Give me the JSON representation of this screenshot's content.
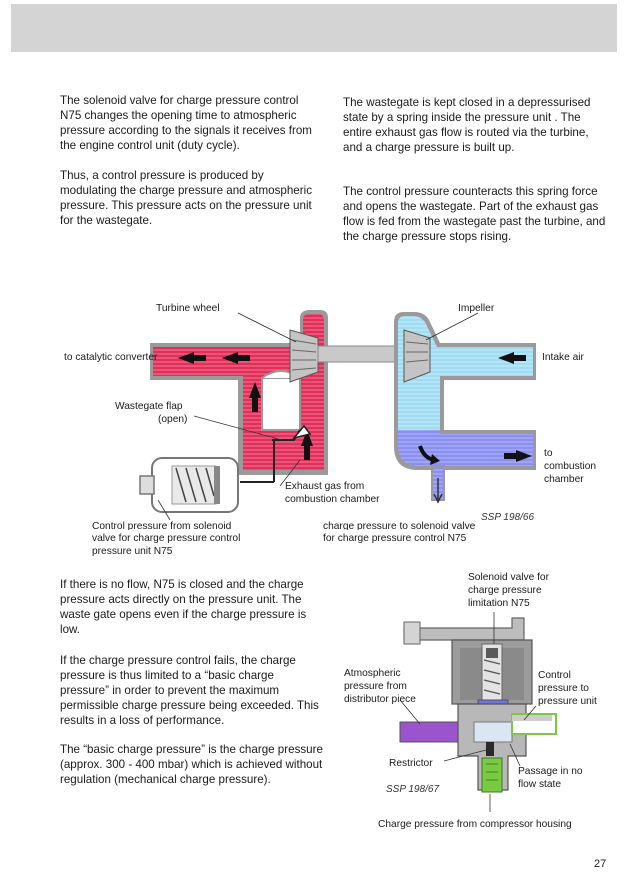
{
  "page": {
    "number": "27"
  },
  "text": {
    "left_top_p1": "The solenoid valve for charge pressure control N75 changes the opening time to atmospheric pressure according to the signals it receives from the engine control unit (duty cycle).",
    "left_top_p2": "Thus, a control pressure is produced by modulating the charge pressure and atmospheric pressure. This pressure acts on the pressure unit for the wastegate.",
    "right_top_p1": "The wastegate is kept closed in a depressurised state by a spring inside the pressure unit . The entire exhaust gas flow is routed via the turbine, and a charge pressure is built up.",
    "right_top_p2": "The control pressure counteracts this spring force and opens the wastegate. Part of the exhaust gas flow is fed from the wastegate past the turbine, and the charge pressure stops rising.",
    "left_bottom_p1": "If there is no flow, N75 is closed and the charge pressure acts directly on the pressure unit. The waste gate opens even if the charge pressure is low.",
    "left_bottom_p2": "If the charge pressure control fails, the charge pressure is thus limited to a “basic charge pressure” in order to prevent the maximum permissible charge pressure being exceeded. This results in a loss of performance.",
    "left_bottom_p3": "The “basic charge pressure” is the charge pressure (approx. 300 - 400 mbar) which is achieved without regulation (mechanical charge pressure)."
  },
  "figure1": {
    "labels": {
      "turbine_wheel": "Turbine wheel",
      "impeller": "Impeller",
      "to_catalytic": "to catalytic converter",
      "intake_air": "Intake air",
      "wastegate_flap_1": "Wastegate flap",
      "wastegate_flap_2": "(open)",
      "to_combustion_1": "to",
      "to_combustion_2": "combustion",
      "to_combustion_3": "chamber",
      "exhaust_1": "Exhaust gas from",
      "exhaust_2": "combustion chamber",
      "control_pressure_1": "Control pressure from solenoid",
      "control_pressure_2": "valve for charge pressure control",
      "control_pressure_3": "pressure unit N75",
      "charge_to_solenoid_1": "charge pressure to solenoid valve",
      "charge_to_solenoid_2": "for charge pressure control N75"
    },
    "ssp": "SSP 198/66"
  },
  "figure2": {
    "labels": {
      "solenoid_1": "Solenoid valve for",
      "solenoid_2": "charge pressure",
      "solenoid_3": "limitation N75",
      "atmos_1": "Atmospheric",
      "atmos_2": "pressure from",
      "atmos_3": "distributor piece",
      "control_1": "Control",
      "control_2": "pressure to",
      "control_3": "pressure unit",
      "restrictor": "Restrictor",
      "passage_1": "Passage in no",
      "passage_2": "flow state",
      "charge_from_comp": "Charge pressure from compressor housing"
    },
    "ssp": "SSP 198/67"
  },
  "colors": {
    "header_bar": "#d4d4d4",
    "exhaust_red": "#e0305a",
    "intake_blue": "#9fdcf2",
    "charge_blue": "#8a8ff0",
    "housing_grey": "#b8b8b8",
    "restrictor_purple": "#9a55cc",
    "passage_green": "#7ac943"
  }
}
